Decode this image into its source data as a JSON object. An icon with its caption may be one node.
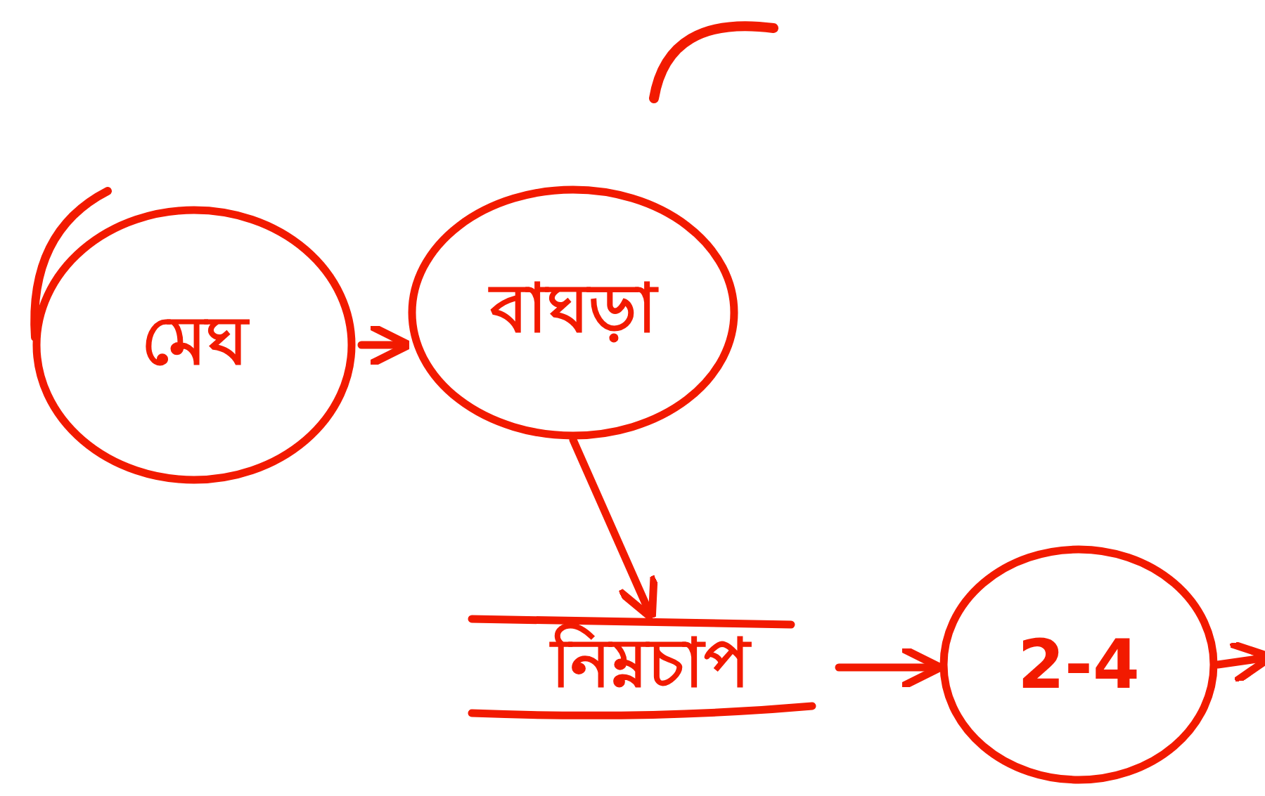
{
  "diagram": {
    "nodes": [
      {
        "text": [
          "মেঘ"
        ]
      },
      {
        "text": [
          "বাঘড়া"
        ]
      },
      {
        "text": [
          "নিম্নচাপ"
        ]
      },
      {
        "text": [
          "2-4"
        ]
      }
    ],
    "edges": [
      {
        "from": 0,
        "to": 1,
        "arrow": "to"
      },
      {
        "from": 1,
        "to": 2,
        "arrow": "to"
      },
      {
        "from": 2,
        "to": 3,
        "arrow": "to"
      },
      {
        "from": 3,
        "to": null,
        "arrow": "to"
      }
    ]
  }
}
